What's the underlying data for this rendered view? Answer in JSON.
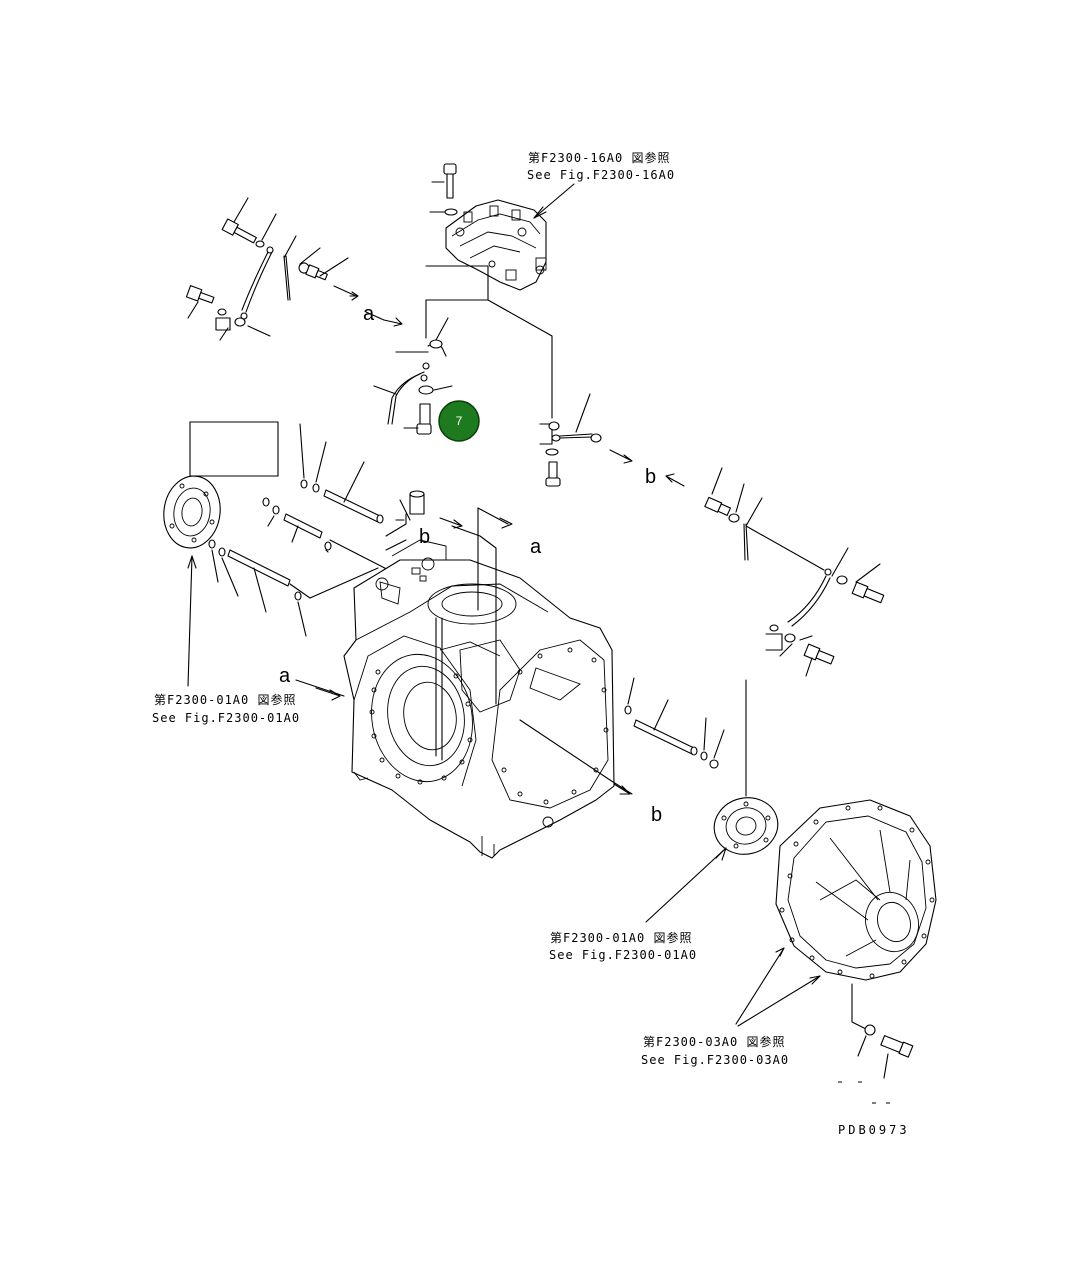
{
  "refs": {
    "top": {
      "jp": "第F2300-16A0 図参照",
      "en": "See Fig.F2300-16A0"
    },
    "left": {
      "jp": "第F2300-01A0 図参照",
      "en": "See Fig.F2300-01A0"
    },
    "mid": {
      "jp": "第F2300-01A0 図参照",
      "en": "See Fig.F2300-01A0"
    },
    "bottom": {
      "jp": "第F2300-03A0 図参照",
      "en": "See Fig.F2300-03A0"
    }
  },
  "markers": {
    "a1": "a",
    "a2": "a",
    "a3": "a",
    "b1": "b",
    "b2": "b",
    "b3": "b"
  },
  "badge": {
    "number": "7",
    "color": "#1e7a1e"
  },
  "drawing_code": "PDB0973"
}
